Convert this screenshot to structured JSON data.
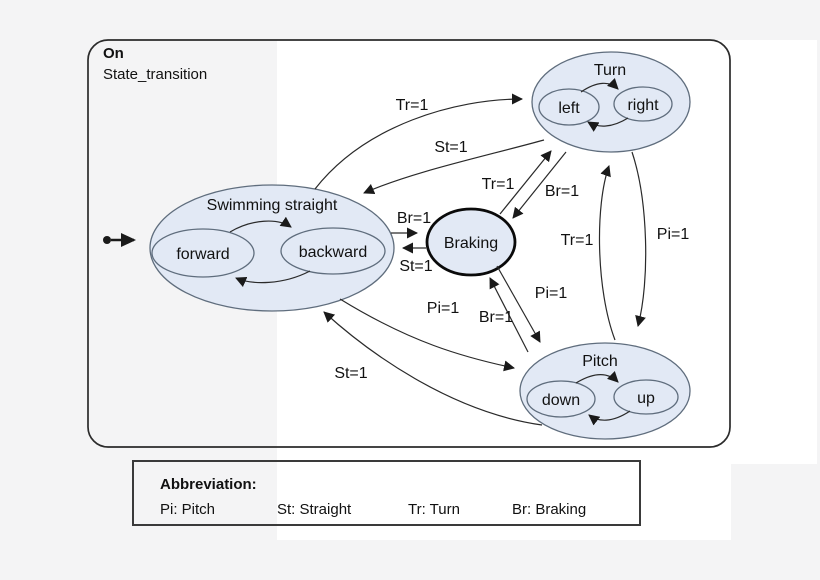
{
  "page": {
    "background": "#f4f4f5",
    "panel_background": "#ffffff"
  },
  "palette": {
    "state_fill": "#e2e9f5",
    "state_stroke": "#5f6d7d",
    "braking_stroke": "#0a0a0a",
    "line": "#2a2a2a",
    "text": "#111111"
  },
  "header": {
    "line1": "On",
    "line2": "State_transition"
  },
  "states": {
    "swimming": {
      "label": "Swimming straight",
      "substates": {
        "a": "forward",
        "b": "backward"
      }
    },
    "turn": {
      "label": "Turn",
      "substates": {
        "a": "left",
        "b": "right"
      }
    },
    "braking": {
      "label": "Braking"
    },
    "pitch": {
      "label": "Pitch",
      "substates": {
        "a": "down",
        "b": "up"
      }
    }
  },
  "transitions": [
    {
      "from": "Swimming straight",
      "to": "Turn",
      "label": "Tr=1"
    },
    {
      "from": "Turn",
      "to": "Swimming straight",
      "label": "St=1"
    },
    {
      "from": "Swimming straight",
      "to": "Braking",
      "label": "Br=1"
    },
    {
      "from": "Braking",
      "to": "Swimming straight",
      "label": "St=1"
    },
    {
      "from": "Braking",
      "to": "Turn",
      "label": "Tr=1"
    },
    {
      "from": "Turn",
      "to": "Braking",
      "label": "Br=1"
    },
    {
      "from": "Braking",
      "to": "Pitch",
      "label": "Pi=1"
    },
    {
      "from": "Pitch",
      "to": "Braking",
      "label": "Br=1"
    },
    {
      "from": "Turn",
      "to": "Pitch",
      "label": "Pi=1"
    },
    {
      "from": "Pitch",
      "to": "Turn",
      "label": "Tr=1"
    },
    {
      "from": "Swimming straight",
      "to": "Pitch",
      "label": "Pi=1"
    },
    {
      "from": "Pitch",
      "to": "Swimming straight",
      "label": "St=1"
    }
  ],
  "legend": {
    "title": "Abbreviation:",
    "items": [
      "Pi: Pitch",
      "St: Straight",
      "Tr: Turn",
      "Br: Braking"
    ]
  }
}
